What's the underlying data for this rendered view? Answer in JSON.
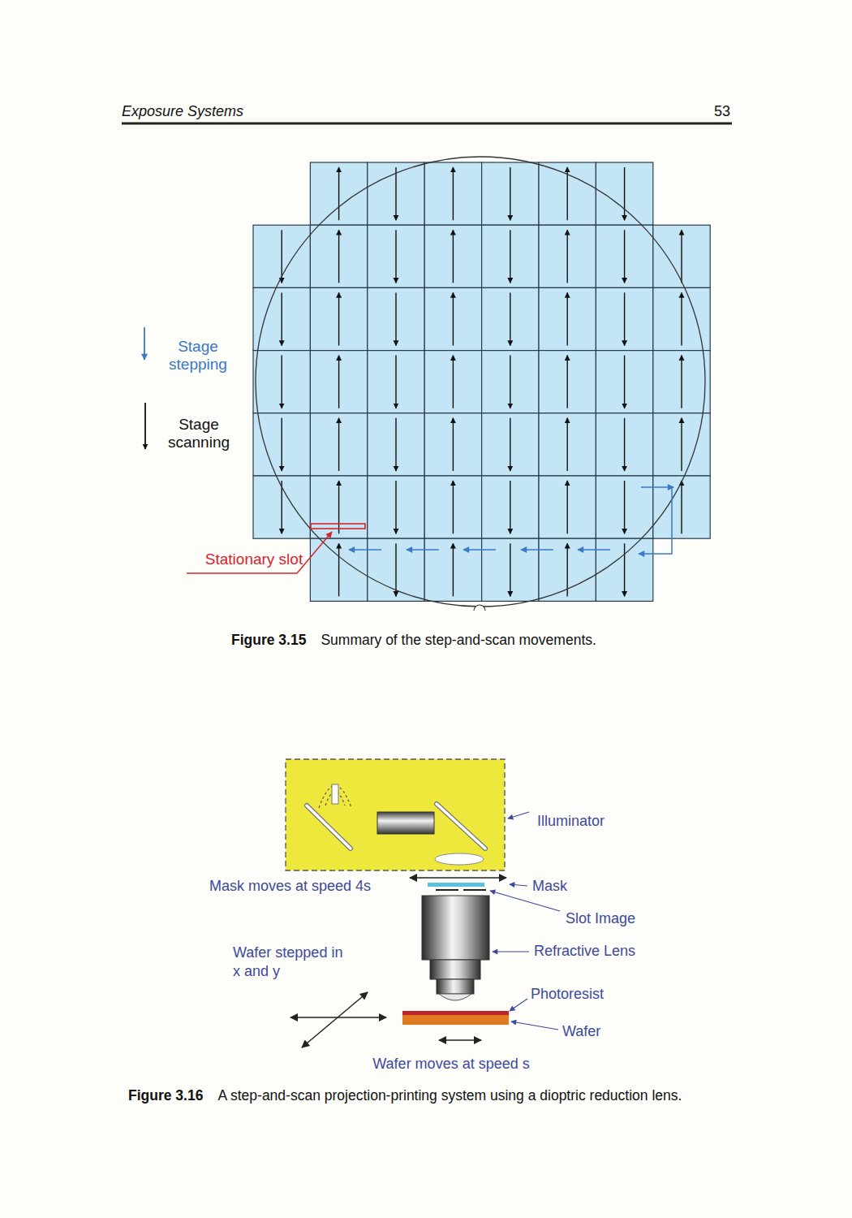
{
  "diagram": {
    "labels": [
      "Exposure Systems",
      "53",
      "Figure 3.15",
      "Summary of the step-and-scan movements.",
      "Stationary slot",
      "Illuminator",
      "Mask moves at speed 4s",
      "Mask",
      "Slot Image",
      "Wafer stepped in x and y",
      "Refractive Lens",
      "Photoresist",
      "Wafer",
      "Wafer moves at speed s",
      "Figure 3.16",
      "A step-and-scan projection-printing system using a dioptric reduction lens."
    ],
    "legend": [
      {
        "text": "Stage stepping"
      },
      {
        "text": "Stage scanning"
      }
    ]
  }
}
